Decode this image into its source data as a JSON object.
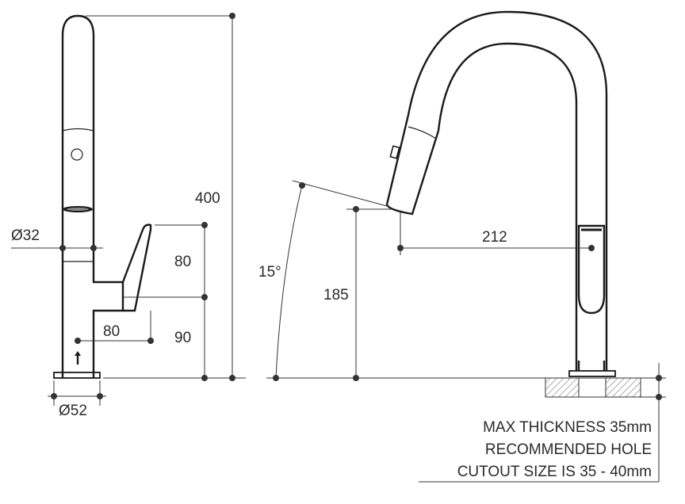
{
  "dimensions": {
    "height_total": "400",
    "pipe_diameter": "Ø32",
    "handle_height": "80",
    "handle_base_height": "90",
    "handle_reach": "80",
    "base_diameter": "Ø52",
    "spray_angle": "15°",
    "spout_height": "185",
    "spout_reach": "212"
  },
  "notes": {
    "line1": "MAX THICKNESS 35mm",
    "line2": "RECOMMENDED HOLE",
    "line3": "CUTOUT SIZE IS 35 - 40mm"
  }
}
